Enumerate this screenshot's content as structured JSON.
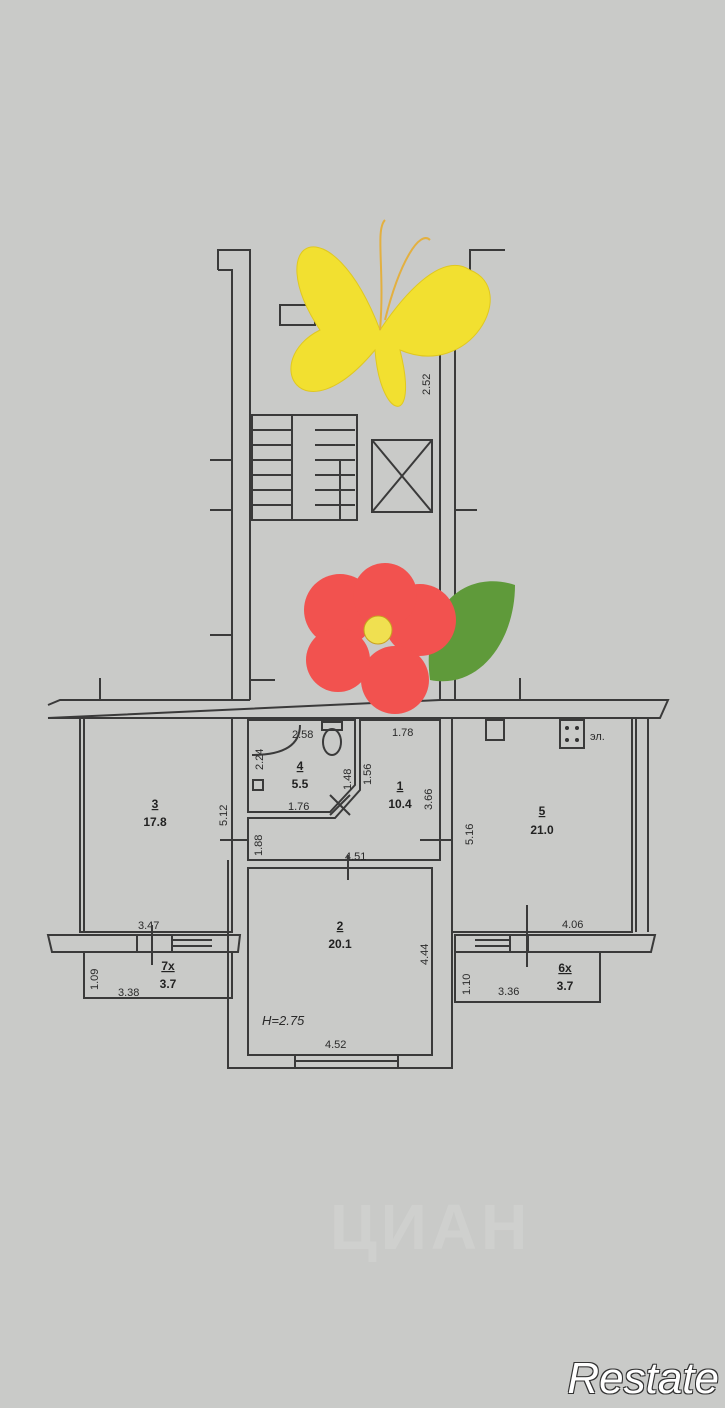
{
  "rooms": [
    {
      "number": "1",
      "area": "10.4"
    },
    {
      "number": "2",
      "area": "20.1"
    },
    {
      "number": "3",
      "area": "17.8"
    },
    {
      "number": "4",
      "area": "5.5"
    },
    {
      "number": "5",
      "area": "21.0"
    },
    {
      "number": "6х",
      "area": "3.7"
    },
    {
      "number": "7х",
      "area": "3.7"
    }
  ],
  "dimensions": {
    "stair_top": "2.52",
    "bath_top": "2.58",
    "bath_left": "2.24",
    "bath_diag1": "1.48",
    "bath_diag2": "1.56",
    "bath_bottom": "1.76",
    "hall_top": "1.78",
    "hall_right": "3.66",
    "hall_bottom": "4.51",
    "hall_left": "1.88",
    "room3_right": "5.12",
    "room3_bottom": "3.47",
    "room5_left": "5.16",
    "room5_bottom": "4.06",
    "room2_right": "4.44",
    "room2_bottom": "4.52",
    "ceiling_height": "H=2.75",
    "balcony7_height": "1.09",
    "balcony7_width": "3.38",
    "balcony6_height": "1.10",
    "balcony6_width": "3.36"
  },
  "stove_label": "эл.",
  "watermark": "ЦИАН",
  "logo": "Restate",
  "colors": {
    "background": "#c9cac8",
    "butterfly": "#f2e030",
    "flower": "#f2524f",
    "leaf": "#5f9a3a"
  }
}
